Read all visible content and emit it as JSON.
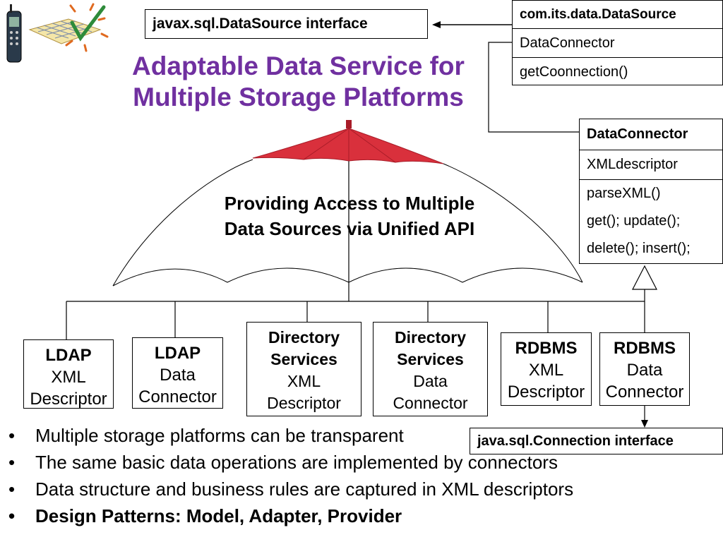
{
  "colors": {
    "title": "#7030a0",
    "umbrella_canopy": "#d9303c",
    "umbrella_canopy_dark": "#a81c28",
    "line": "#000000"
  },
  "title": {
    "line1": "Adaptable Data Service for",
    "line2": "Multiple Storage Platforms"
  },
  "datasource_interface": {
    "label": "javax.sql.DataSource interface"
  },
  "connection_interface": {
    "label": "java.sql.Connection interface"
  },
  "datasource_class": {
    "name": "com.its.data.DataSource",
    "attribute": "DataConnector",
    "method": "getCoonnection()"
  },
  "connector_class": {
    "name": "DataConnector",
    "attribute": "XMLdescriptor",
    "methods": [
      "parseXML()",
      "get(); update();",
      "delete(); insert();"
    ]
  },
  "umbrella": {
    "label_line1": "Providing Access to Multiple",
    "label_line2": "Data Sources via Unified API"
  },
  "components": [
    {
      "line1": "LDAP",
      "line2": "XML",
      "line3": "Descriptor"
    },
    {
      "line1": "LDAP",
      "line2": "Data",
      "line3": "Connector"
    },
    {
      "line1": "Directory",
      "line2": "Services",
      "line3": "XML",
      "line4": "Descriptor"
    },
    {
      "line1": "Directory",
      "line2": "Services",
      "line3": "Data",
      "line4": "Connector"
    },
    {
      "line1": "RDBMS",
      "line2": "XML",
      "line3": "Descriptor"
    },
    {
      "line1": "RDBMS",
      "line2": "Data",
      "line3": "Connector"
    }
  ],
  "bullets": [
    {
      "marker": "•",
      "text": "Multiple storage platforms can be transparent"
    },
    {
      "marker": "•",
      "text": "The same basic data operations are implemented by connectors"
    },
    {
      "marker": "•",
      "text": "Data structure and business rules are captured in XML descriptors"
    },
    {
      "marker": "•",
      "text": "Design Patterns: Model, Adapter, Provider"
    }
  ],
  "logo": {
    "icons": [
      "cell-phone-icon",
      "grid-map-checkmark-icon"
    ]
  }
}
